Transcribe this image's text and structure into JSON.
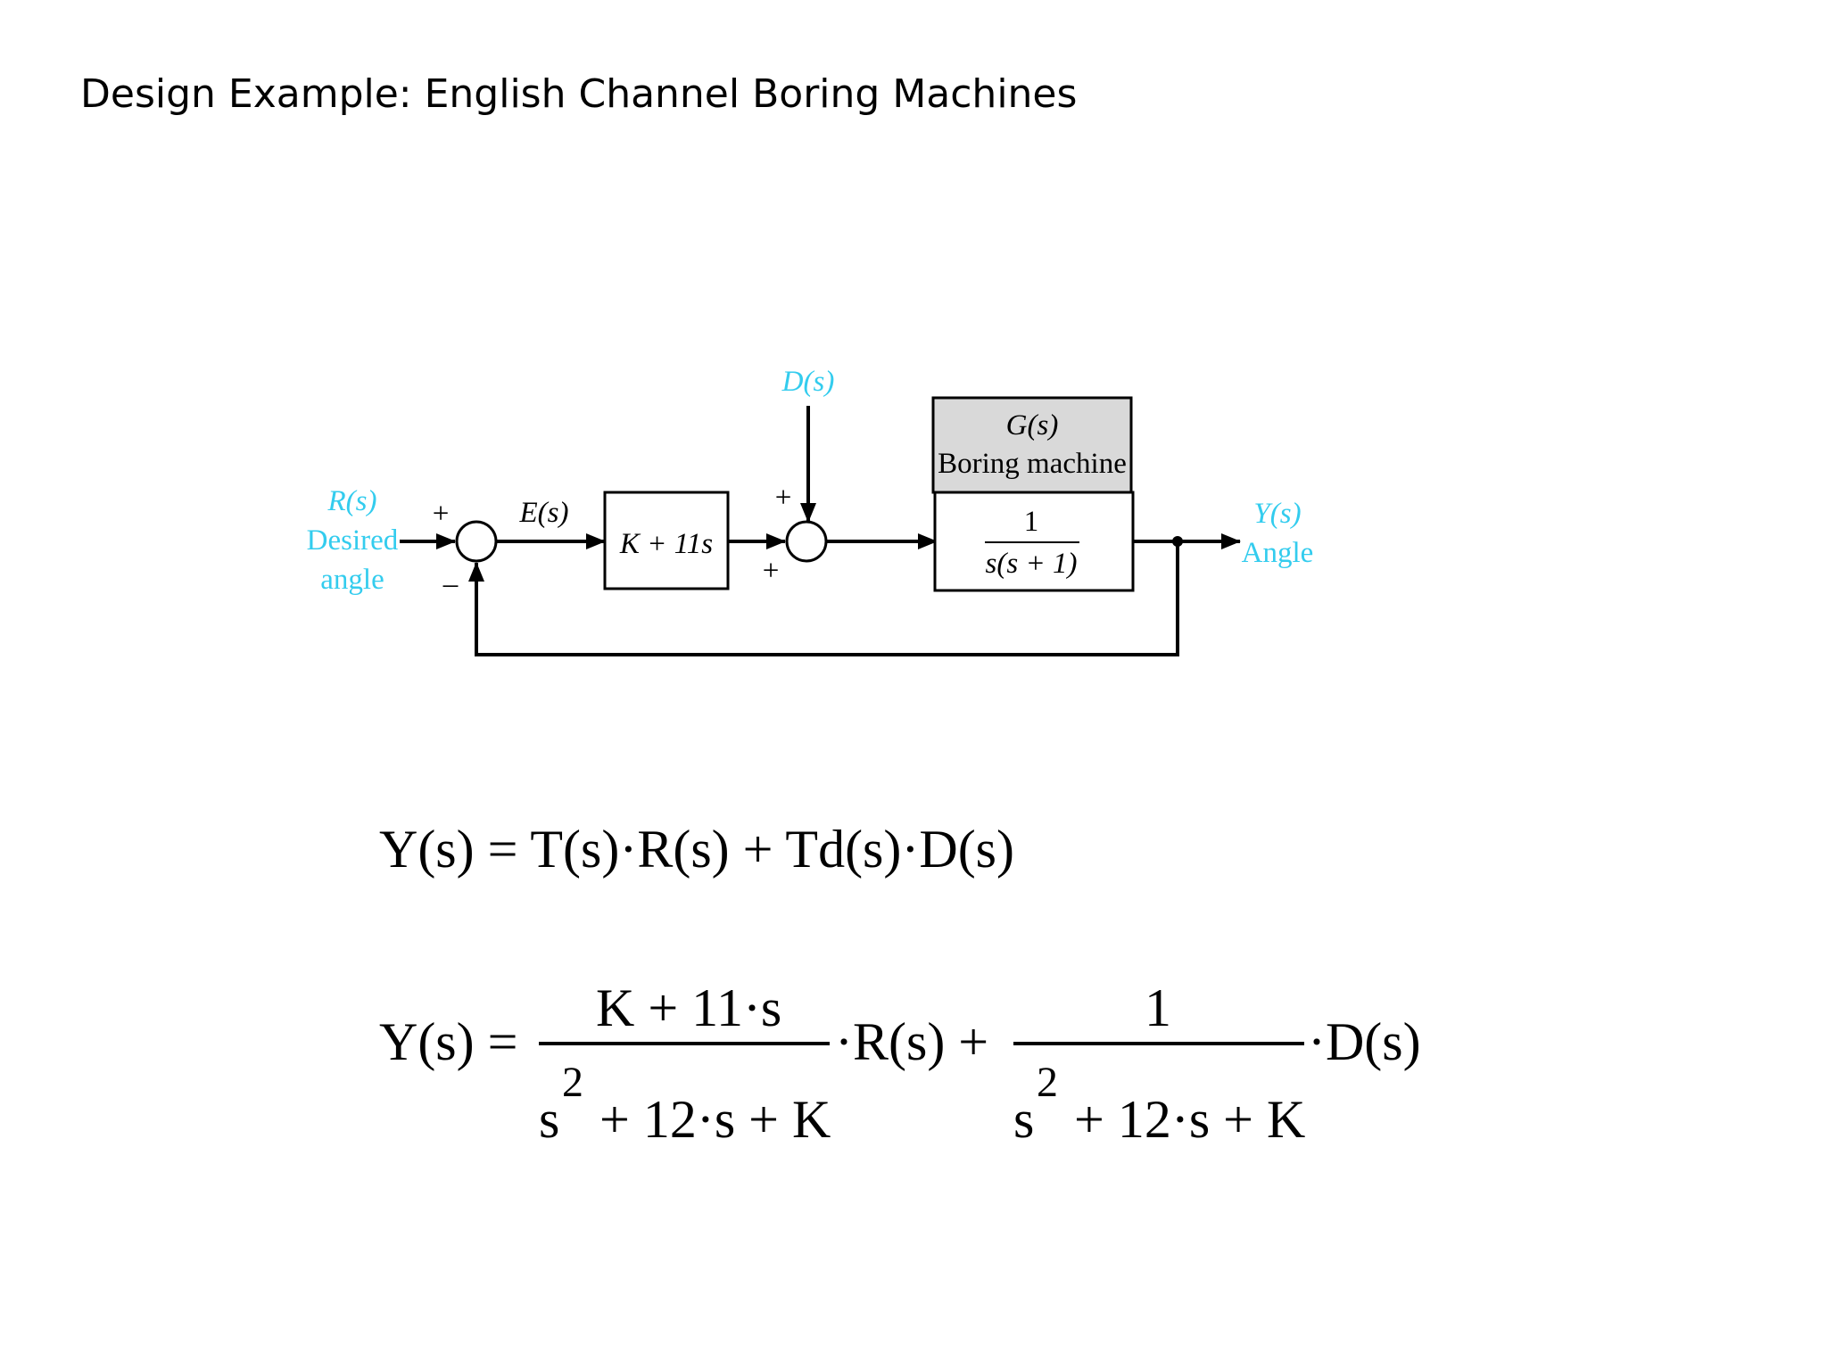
{
  "title": "Design Example: English Channel Boring Machines",
  "colors": {
    "signal_label": "#33ccee",
    "block_fill": "#d9d9d9",
    "line": "#000000"
  },
  "diagram": {
    "input": {
      "symbol": "R(s)",
      "line1": "Desired",
      "line2": "angle"
    },
    "disturbance": "D(s)",
    "error": "E(s)",
    "controller": "K + 11s",
    "plant_header": {
      "line1": "G(s)",
      "line2": "Boring machine"
    },
    "plant_tf": {
      "numerator": "1",
      "denominator": "s(s + 1)"
    },
    "output": {
      "symbol": "Y(s)",
      "line1": "Angle"
    },
    "signs": {
      "sum1_top": "+",
      "sum1_bottom": "–",
      "sum2_top": "+",
      "sum2_bottom": "+"
    }
  },
  "equation1": "Y(s) = T(s)·R(s) + Td(s)·D(s)",
  "equation2": {
    "lhs": "Y(s) =",
    "frac1": {
      "numerator": "K + 11·s",
      "den_base": "s",
      "den_exp": "2",
      "den_rest": "+ 12·s + K"
    },
    "mid": "·R(s) +",
    "frac2": {
      "numerator": "1",
      "den_base": "s",
      "den_exp": "2",
      "den_rest": "+ 12·s + K"
    },
    "end": "·D(s)"
  }
}
